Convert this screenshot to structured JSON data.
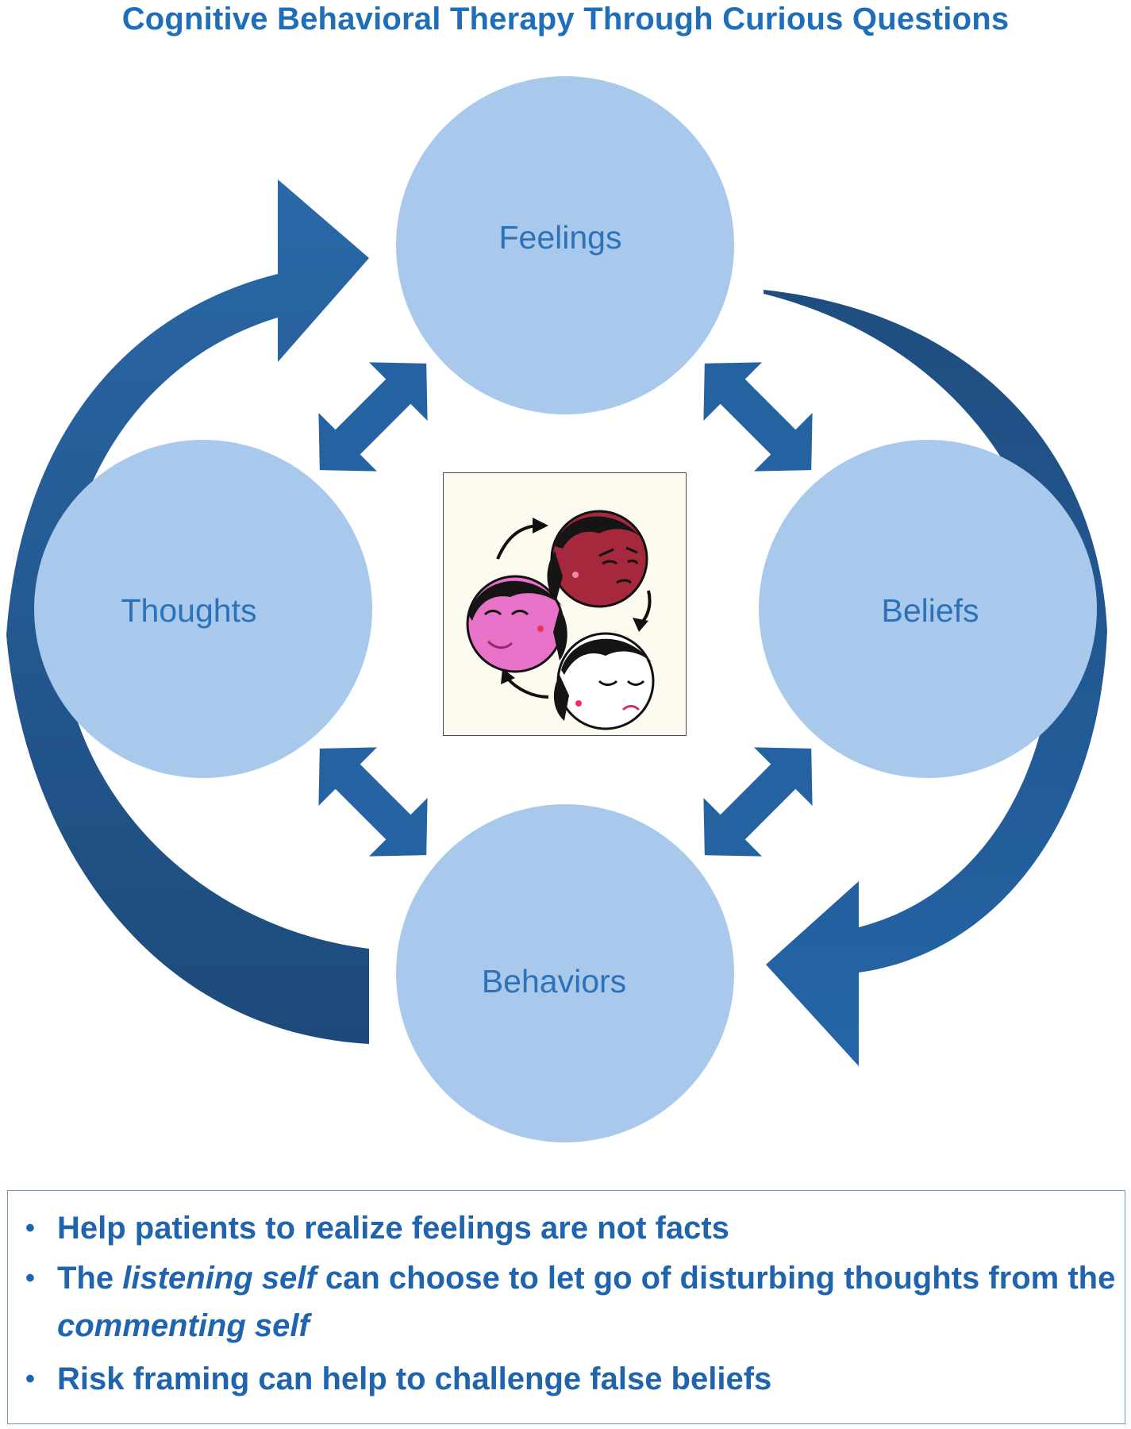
{
  "title": "Cognitive Behavioral Therapy Through Curious Questions",
  "nodes": {
    "feelings": "Feelings",
    "beliefs": "Beliefs",
    "behaviors": "Behaviors",
    "thoughts": "Thoughts"
  },
  "colors": {
    "node_fill": "#a8c9ec",
    "arrow_dark": "#1f4e7f",
    "arrow_mid": "#2462a1",
    "text_blue": "#1f64ad"
  },
  "bullets": {
    "b1": "Help patients to realize feelings are not facts",
    "b2_pre": "The ",
    "b2_em1": "listening self",
    "b2_mid": " can choose to let go of disturbing thoughts from the ",
    "b2_em2": "commenting self",
    "b3": "Risk framing can help to challenge false beliefs"
  },
  "illustration": {
    "faces": [
      "happy-face-icon",
      "angry-face-icon",
      "sad-face-icon"
    ]
  }
}
